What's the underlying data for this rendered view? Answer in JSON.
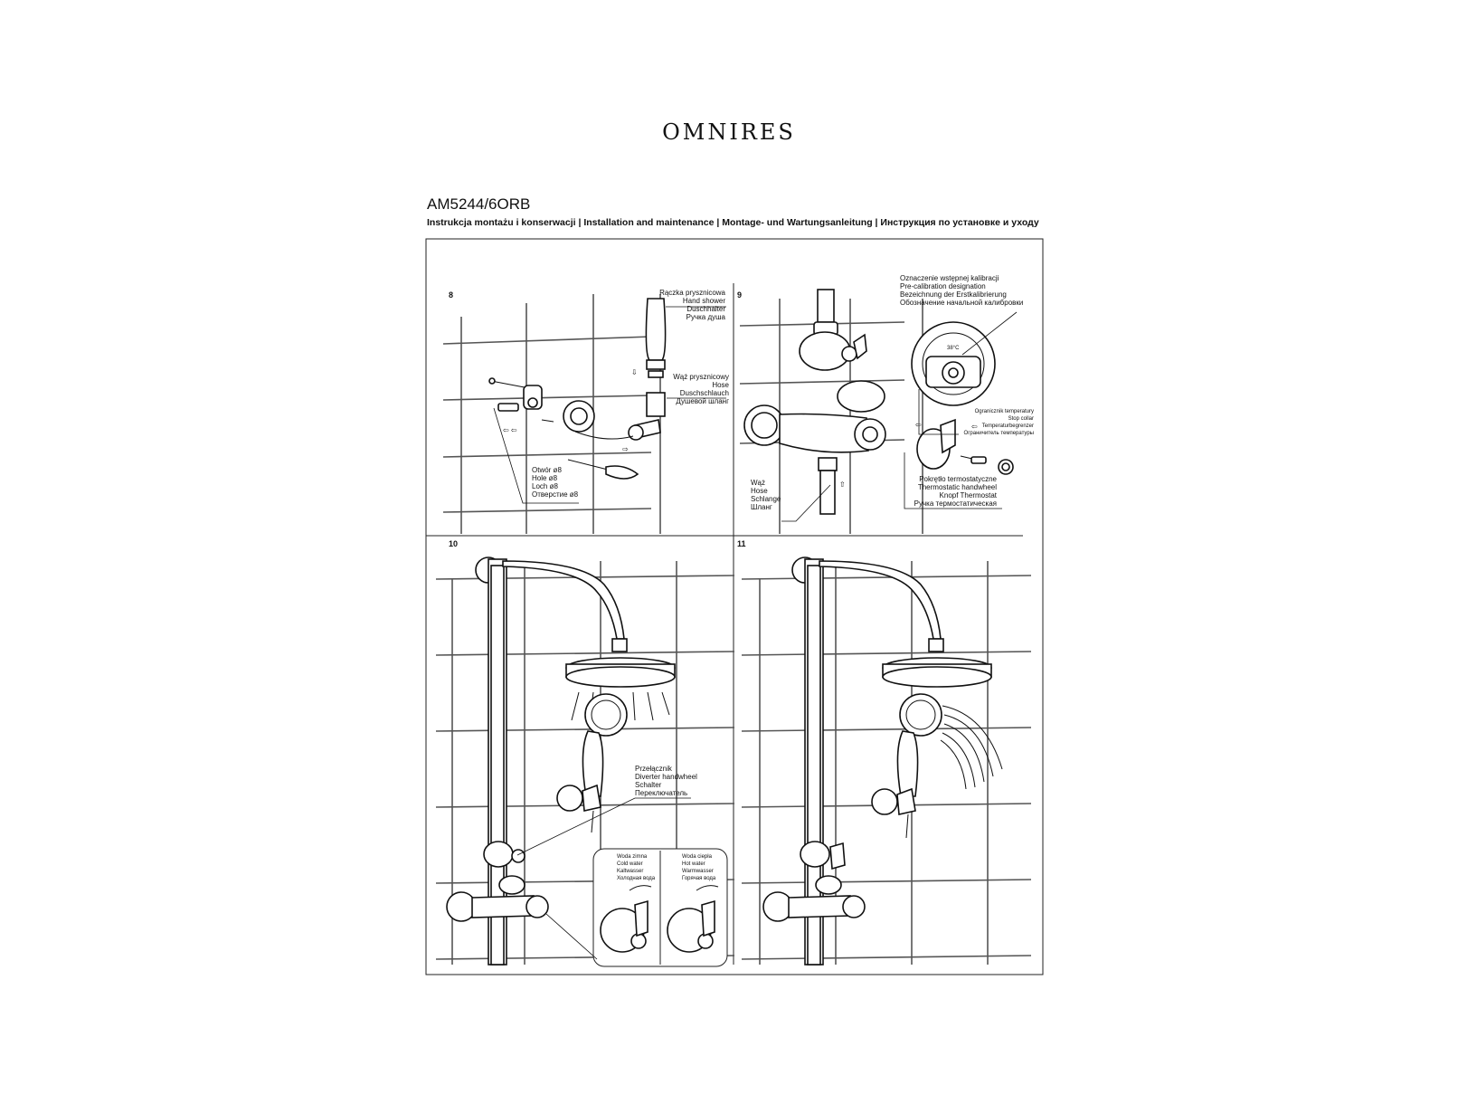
{
  "brand": "OMNIRES",
  "model": "AM5244/6ORB",
  "subtitle": "Instrukcja montażu i konserwacji | Installation and maintenance | Montage- und Wartungsanleitung | Инструкция по установке и уходу",
  "panels": [
    {
      "number": "8",
      "labels": [
        [
          "Rączka prysznicowa",
          "Hand shower",
          "Duschhalter",
          "Ручка душа"
        ],
        [
          "Wąż prysznicowy",
          "Hose",
          "Duschschlauch",
          "Душевой шланг"
        ],
        [
          "Otwór ø8",
          "Hole ø8",
          "Loch ø8",
          "Отверстие ø8"
        ]
      ]
    },
    {
      "number": "9",
      "labels": [
        [
          "Oznaczenie wstępnej kalibracji",
          "Pre-calibration designation",
          "Bezeichnung der Erstkalibrierung",
          "Обозначение начальной калибровки"
        ],
        [
          "Ogranicznik temperatury",
          "Stop collar",
          "Temperaturbegrenzer",
          "Ограничитель температуры"
        ],
        [
          "Pokrętło termostatyczne",
          "Thermostatic handwheel",
          "Knopf Thermostat",
          "Ручка термостатическая"
        ],
        [
          "Wąż",
          "Hose",
          "Schlange",
          "Шланг"
        ]
      ],
      "dial_mark": "38°C"
    },
    {
      "number": "10",
      "labels": [
        [
          "Przełącznik",
          "Diverter handwheel",
          "Schalter",
          "Переключатель"
        ],
        [
          "Woda zimna",
          "Cold water",
          "Kaltwasser",
          "Холодная вода"
        ],
        [
          "Woda ciepła",
          "Hot water",
          "Warmwasser",
          "Горячая вода"
        ]
      ]
    },
    {
      "number": "11",
      "labels": []
    }
  ]
}
